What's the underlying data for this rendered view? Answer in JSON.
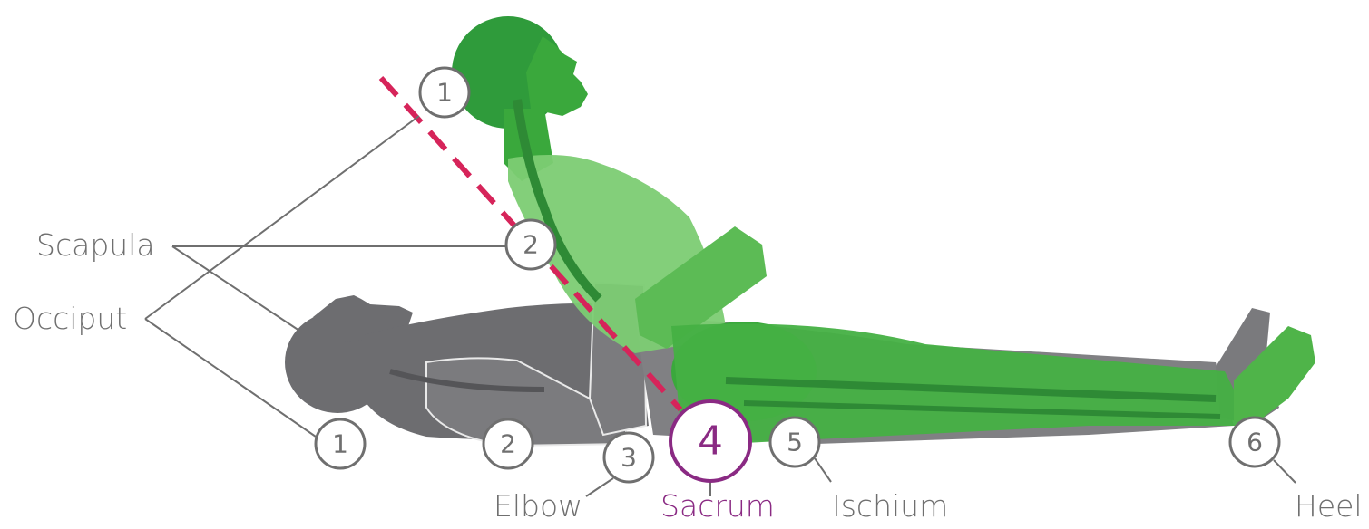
{
  "labels": {
    "scapula": "Scapula",
    "occiput": "Occiput",
    "elbow": "Elbow",
    "sacrum": "Sacrum",
    "ischium": "Ischium",
    "heel": "Heel"
  },
  "markers": {
    "occiput_upright": "1",
    "scapula_upright": "2",
    "occiput_supine": "1",
    "scapula_supine": "2",
    "elbow": "3",
    "sacrum": "4",
    "ischium": "5",
    "heel": "6"
  },
  "colors": {
    "supine_figure": "#6d6d70",
    "upright_figure": "#3aa83c",
    "upright_figure_light": "#7ccc73",
    "reference_line": "#d6245a",
    "accent": "#8a2a83",
    "text": "#6f6f6f"
  }
}
